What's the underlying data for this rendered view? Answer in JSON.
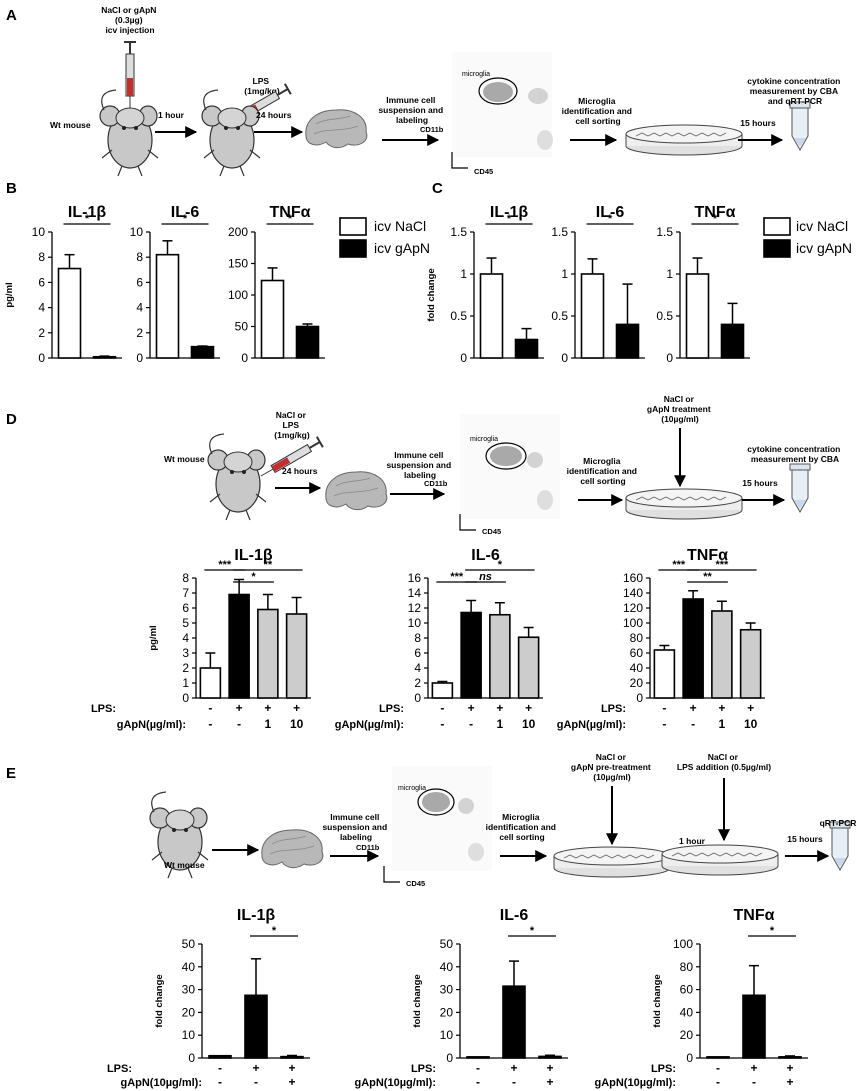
{
  "panels": {
    "A": {
      "letter": "A",
      "labels": {
        "injection": [
          "NaCl or gApN",
          "(0.3µg)",
          "icv injection"
        ],
        "lps": [
          "LPS",
          "(1mg/kg)"
        ],
        "mouse": "Wt mouse",
        "t1": "1 hour",
        "t2": "24 hours",
        "suspension": [
          "Immune cell",
          "suspension and",
          "labeling"
        ],
        "microglia": "microglia",
        "cd11b": "CD11b",
        "cd45": "CD45",
        "sorting": [
          "Microglia",
          "identification and",
          "cell sorting"
        ],
        "t3": "15 hours",
        "measure": [
          "cytokine concentration",
          "measurement by CBA",
          "and qRT-PCR"
        ]
      }
    },
    "B": {
      "letter": "B",
      "legend": [
        "icv NaCl",
        "icv gApN"
      ]
    },
    "C": {
      "letter": "C",
      "legend": [
        "icv NaCl",
        "icv gApN"
      ]
    },
    "D": {
      "letter": "D",
      "labels": {
        "injection": [
          "NaCl or",
          "LPS",
          "(1mg/kg)"
        ],
        "mouse": "Wt mouse",
        "t2": "24 hours",
        "suspension": [
          "Immune cell",
          "suspension and",
          "labeling"
        ],
        "microglia": "microglia",
        "cd11b": "CD11b",
        "cd45": "CD45",
        "sorting": [
          "Microglia",
          "identification and",
          "cell sorting"
        ],
        "treatment": [
          "NaCl or",
          "gApN treatment",
          "(10µg/ml)"
        ],
        "t3": "15 hours",
        "measure": [
          "cytokine concentration",
          "measurement by CBA"
        ]
      },
      "rows": {
        "lps": "LPS:",
        "gapn": "gApN(µg/ml):"
      }
    },
    "E": {
      "letter": "E",
      "labels": {
        "mouse": "Wt mouse",
        "suspension": [
          "Immune cell",
          "suspension and",
          "labeling"
        ],
        "microglia": "microglia",
        "cd11b": "CD11b",
        "cd45": "CD45",
        "sorting": [
          "Microglia",
          "identification and",
          "cell sorting"
        ],
        "pretreatment": [
          "NaCl or",
          "gApN pre-treatment",
          "(10µg/ml)"
        ],
        "t1": "1 hour",
        "lpsadd": [
          "NaCl or",
          "LPS addition (0.5µg/ml)"
        ],
        "t3": "15 hours",
        "measure": "qRT-PCR"
      },
      "rows": {
        "lps": "LPS:",
        "gapn": "gApN(10µg/ml):"
      }
    }
  },
  "chart_data": [
    {
      "id": "B1",
      "panel": "B",
      "type": "bar",
      "title": "IL-1β",
      "ylabel": "pg/ml",
      "ylim": [
        0,
        10
      ],
      "yticks": [
        0,
        2,
        4,
        6,
        8,
        10
      ],
      "categories": [
        "icv NaCl",
        "icv gApN"
      ],
      "values": [
        7.1,
        0.1
      ],
      "errors": [
        1.1,
        0.05
      ],
      "fills": [
        "#ffffff",
        "#000000"
      ],
      "sig": [
        {
          "from": 0,
          "to": 1,
          "level": 0,
          "label": "*"
        }
      ]
    },
    {
      "id": "B2",
      "panel": "B",
      "type": "bar",
      "title": "IL-6",
      "ylabel": "",
      "ylim": [
        0,
        10
      ],
      "yticks": [
        0,
        2,
        4,
        6,
        8,
        10
      ],
      "categories": [
        "icv NaCl",
        "icv gApN"
      ],
      "values": [
        8.2,
        0.9
      ],
      "errors": [
        1.1,
        0.05
      ],
      "fills": [
        "#ffffff",
        "#000000"
      ],
      "sig": [
        {
          "from": 0,
          "to": 1,
          "level": 0,
          "label": "*"
        }
      ]
    },
    {
      "id": "B3",
      "panel": "B",
      "type": "bar",
      "title": "TNFα",
      "ylabel": "",
      "ylim": [
        0,
        200
      ],
      "yticks": [
        0,
        50,
        100,
        150,
        200
      ],
      "categories": [
        "icv NaCl",
        "icv gApN"
      ],
      "values": [
        123,
        50
      ],
      "errors": [
        20,
        4
      ],
      "fills": [
        "#ffffff",
        "#000000"
      ],
      "sig": [
        {
          "from": 0,
          "to": 1,
          "level": 0,
          "label": "*"
        }
      ]
    },
    {
      "id": "C1",
      "panel": "C",
      "type": "bar",
      "title": "IL-1β",
      "ylabel": "fold change",
      "ylim": [
        0,
        1.5
      ],
      "yticks": [
        0,
        0.5,
        1,
        1.5
      ],
      "yticklabels": [
        "0",
        "0.5",
        "1",
        "1.5"
      ],
      "categories": [
        "icv NaCl",
        "icv gApN"
      ],
      "values": [
        1.0,
        0.22
      ],
      "errors": [
        0.19,
        0.13
      ],
      "fills": [
        "#ffffff",
        "#000000"
      ],
      "sig": [
        {
          "from": 0,
          "to": 1,
          "level": 0,
          "label": "*"
        }
      ]
    },
    {
      "id": "C2",
      "panel": "C",
      "type": "bar",
      "title": "IL-6",
      "ylabel": "",
      "ylim": [
        0,
        1.5
      ],
      "yticks": [
        0,
        0.5,
        1,
        1.5
      ],
      "yticklabels": [
        "0",
        "0.5",
        "1",
        "1.5"
      ],
      "categories": [
        "icv NaCl",
        "icv gApN"
      ],
      "values": [
        1.0,
        0.4
      ],
      "errors": [
        0.18,
        0.48
      ],
      "fills": [
        "#ffffff",
        "#000000"
      ],
      "sig": [
        {
          "from": 0,
          "to": 1,
          "level": 0,
          "label": "*"
        }
      ]
    },
    {
      "id": "C3",
      "panel": "C",
      "type": "bar",
      "title": "TNFα",
      "ylabel": "",
      "ylim": [
        0,
        1.5
      ],
      "yticks": [
        0,
        0.5,
        1,
        1.5
      ],
      "yticklabels": [
        "0",
        "0.5",
        "1",
        "1.5"
      ],
      "categories": [
        "icv NaCl",
        "icv gApN"
      ],
      "values": [
        1.0,
        0.4
      ],
      "errors": [
        0.19,
        0.25
      ],
      "fills": [
        "#ffffff",
        "#000000"
      ],
      "sig": [
        {
          "from": 0,
          "to": 1,
          "level": 0,
          "label": "*"
        }
      ]
    },
    {
      "id": "D1",
      "panel": "D",
      "type": "bar",
      "title": "IL-1β",
      "ylabel": "pg/ml",
      "ylim": [
        0,
        8
      ],
      "yticks": [
        0,
        1,
        2,
        3,
        4,
        5,
        6,
        7,
        8
      ],
      "lps": [
        "-",
        "+",
        "+",
        "+"
      ],
      "gapn": [
        "-",
        "-",
        "1",
        "10"
      ],
      "values": [
        2.0,
        6.9,
        5.9,
        5.6
      ],
      "errors": [
        1.0,
        1.0,
        1.0,
        1.1
      ],
      "fills": [
        "#ffffff",
        "#000000",
        "#cccccc",
        "#cccccc"
      ],
      "sig": [
        {
          "from": 0,
          "to": 1,
          "level": 0,
          "label": "***"
        },
        {
          "from": 1,
          "to": 3,
          "level": 0,
          "label": "**"
        },
        {
          "from": 1,
          "to": 2,
          "level": 1,
          "label": "*"
        }
      ]
    },
    {
      "id": "D2",
      "panel": "D",
      "type": "bar",
      "title": "IL-6",
      "ylabel": "",
      "ylim": [
        0,
        16
      ],
      "yticks": [
        0,
        2,
        4,
        6,
        8,
        10,
        12,
        14,
        16
      ],
      "lps": [
        "-",
        "+",
        "+",
        "+"
      ],
      "gapn": [
        "-",
        "-",
        "1",
        "10"
      ],
      "values": [
        2.0,
        11.4,
        11.1,
        8.1
      ],
      "errors": [
        0.2,
        1.6,
        1.6,
        1.3
      ],
      "fills": [
        "#ffffff",
        "#000000",
        "#cccccc",
        "#cccccc"
      ],
      "sig": [
        {
          "from": 1,
          "to": 3,
          "level": 0,
          "label": "*"
        },
        {
          "from": 0,
          "to": 1,
          "level": 1,
          "label": "***"
        },
        {
          "from": 1,
          "to": 2,
          "level": 1,
          "label": "ns",
          "italic": true
        }
      ]
    },
    {
      "id": "D3",
      "panel": "D",
      "type": "bar",
      "title": "TNFα",
      "ylabel": "",
      "ylim": [
        0,
        160
      ],
      "yticks": [
        0,
        20,
        40,
        60,
        80,
        100,
        120,
        140,
        160
      ],
      "lps": [
        "-",
        "+",
        "+",
        "+"
      ],
      "gapn": [
        "-",
        "-",
        "1",
        "10"
      ],
      "values": [
        64,
        132,
        116,
        91
      ],
      "errors": [
        6,
        11,
        13,
        9
      ],
      "fills": [
        "#ffffff",
        "#000000",
        "#cccccc",
        "#cccccc"
      ],
      "sig": [
        {
          "from": 0,
          "to": 1,
          "level": 0,
          "label": "***"
        },
        {
          "from": 1,
          "to": 3,
          "level": 0,
          "label": "***"
        },
        {
          "from": 1,
          "to": 2,
          "level": 1,
          "label": "**"
        }
      ]
    },
    {
      "id": "E1",
      "panel": "E",
      "type": "bar",
      "title": "IL-1β",
      "ylabel": "fold change",
      "ylim": [
        0,
        50
      ],
      "yticks": [
        0,
        10,
        20,
        30,
        40,
        50
      ],
      "lps": [
        "-",
        "+",
        "+"
      ],
      "gapn": [
        "-",
        "-",
        "+"
      ],
      "values": [
        1,
        27.5,
        0.6
      ],
      "errors": [
        0,
        16,
        0.5
      ],
      "fills": [
        "#000000",
        "#000000",
        "#000000"
      ],
      "sig": [
        {
          "from": 1,
          "to": 2,
          "level": 0,
          "label": "*"
        }
      ]
    },
    {
      "id": "E2",
      "panel": "E",
      "type": "bar",
      "title": "IL-6",
      "ylabel": "fold change",
      "ylim": [
        0,
        50
      ],
      "yticks": [
        0,
        10,
        20,
        30,
        40,
        50
      ],
      "lps": [
        "-",
        "+",
        "+"
      ],
      "gapn": [
        "-",
        "-",
        "+"
      ],
      "values": [
        0.5,
        31.5,
        0.7
      ],
      "errors": [
        0,
        11,
        0.5
      ],
      "fills": [
        "#000000",
        "#000000",
        "#000000"
      ],
      "sig": [
        {
          "from": 1,
          "to": 2,
          "level": 0,
          "label": "*"
        }
      ]
    },
    {
      "id": "E3",
      "panel": "E",
      "type": "bar",
      "title": "TNFα",
      "ylabel": "fold change",
      "ylim": [
        0,
        100
      ],
      "yticks": [
        0,
        20,
        40,
        60,
        80,
        100
      ],
      "lps": [
        "-",
        "+",
        "+"
      ],
      "gapn": [
        "-",
        "-",
        "+"
      ],
      "values": [
        1,
        55,
        1
      ],
      "errors": [
        0,
        26,
        0.8
      ],
      "fills": [
        "#000000",
        "#000000",
        "#000000"
      ],
      "sig": [
        {
          "from": 1,
          "to": 2,
          "level": 0,
          "label": "*"
        }
      ]
    }
  ]
}
